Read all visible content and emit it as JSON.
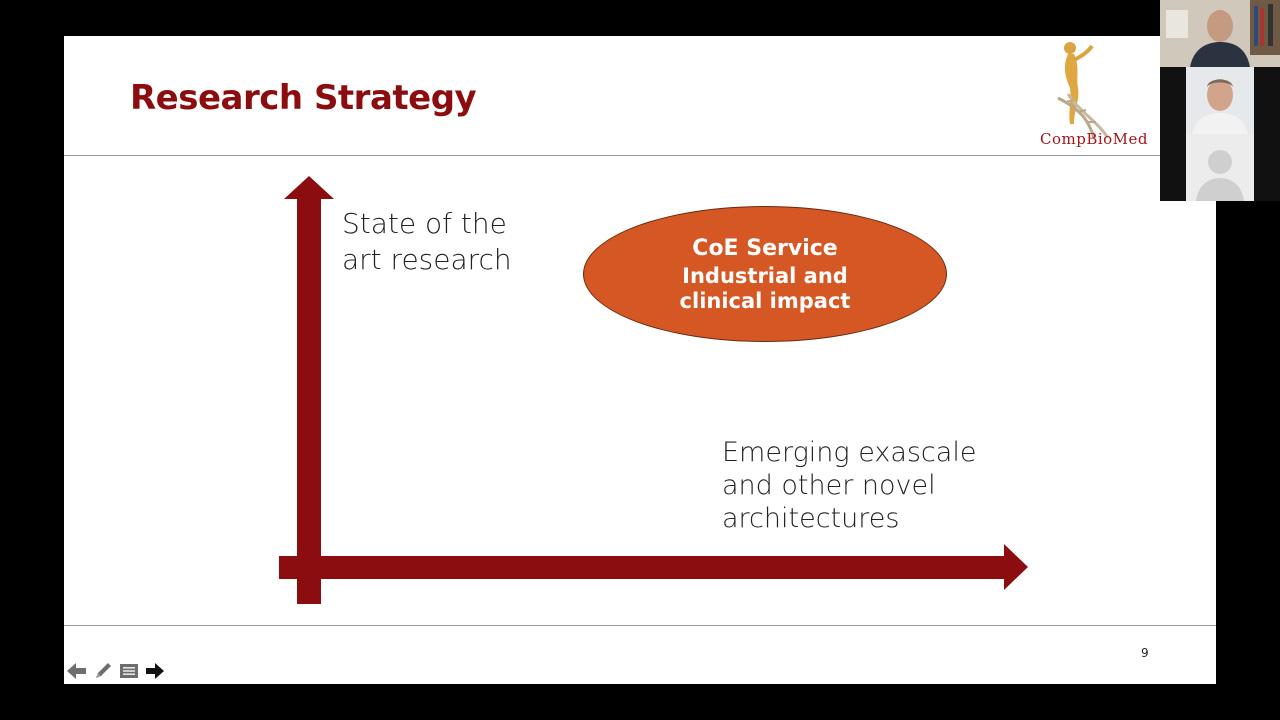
{
  "slide": {
    "title": "Research Strategy",
    "logo_text": "CompBioMed",
    "y_axis_label_line1": "State of the",
    "y_axis_label_line2": "art research",
    "x_axis_label_line1": "Emerging exascale",
    "x_axis_label_line2": "and other novel",
    "x_axis_label_line3": "architectures",
    "ellipse_line1": "CoE Service",
    "ellipse_line2": "Industrial and",
    "ellipse_line3": "clinical impact",
    "page_number": "9"
  },
  "colors": {
    "title": "#8b0d10",
    "arrow": "#8b0d10",
    "ellipse_fill": "#d55723",
    "background": "#000000"
  },
  "presenter_tools": [
    {
      "icon": "previous-arrow-icon"
    },
    {
      "icon": "pen-icon"
    },
    {
      "icon": "menu-icon"
    },
    {
      "icon": "next-arrow-icon"
    }
  ],
  "video_participants": [
    {
      "icon": "participant-video"
    },
    {
      "icon": "participant-video"
    },
    {
      "icon": "default-avatar-icon"
    }
  ]
}
